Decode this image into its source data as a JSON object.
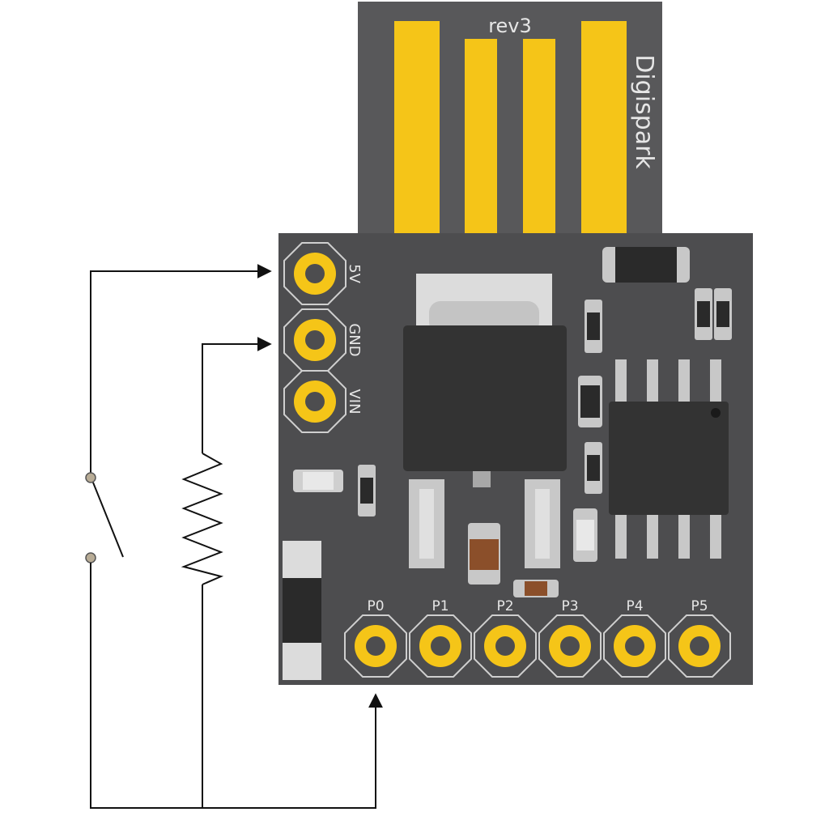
{
  "board": {
    "name": "Digispark",
    "revision": "rev3",
    "colors": {
      "pcb": "#4d4d4f",
      "usb_tab": "#58585a",
      "gold": "#f5c518",
      "chip": "#333333",
      "pad_ring": "#cfcfcf",
      "wire": "#111111"
    }
  },
  "pins": {
    "power": [
      {
        "id": "5v",
        "label": "5V"
      },
      {
        "id": "gnd",
        "label": "GND"
      },
      {
        "id": "vin",
        "label": "VIN"
      }
    ],
    "io": [
      {
        "id": "p0",
        "label": "P0"
      },
      {
        "id": "p1",
        "label": "P1"
      },
      {
        "id": "p2",
        "label": "P2"
      },
      {
        "id": "p3",
        "label": "P3"
      },
      {
        "id": "p4",
        "label": "P4"
      },
      {
        "id": "p5",
        "label": "P5"
      }
    ]
  },
  "circuit": {
    "components": [
      "switch",
      "resistor"
    ],
    "connections": [
      {
        "from": "switch-top",
        "to": "5V"
      },
      {
        "from": "resistor-top",
        "to": "GND"
      },
      {
        "from": "switch-bottom + resistor-bottom",
        "to": "P0"
      }
    ]
  }
}
